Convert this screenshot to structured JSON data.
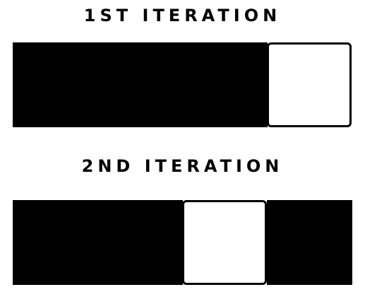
{
  "iterations": [
    {
      "title": "1ST ITERATION",
      "cells": [
        "filled",
        "filled",
        "filled",
        "empty"
      ]
    },
    {
      "title": "2ND ITERATION",
      "cells": [
        "filled",
        "filled",
        "empty",
        "filled"
      ]
    }
  ]
}
